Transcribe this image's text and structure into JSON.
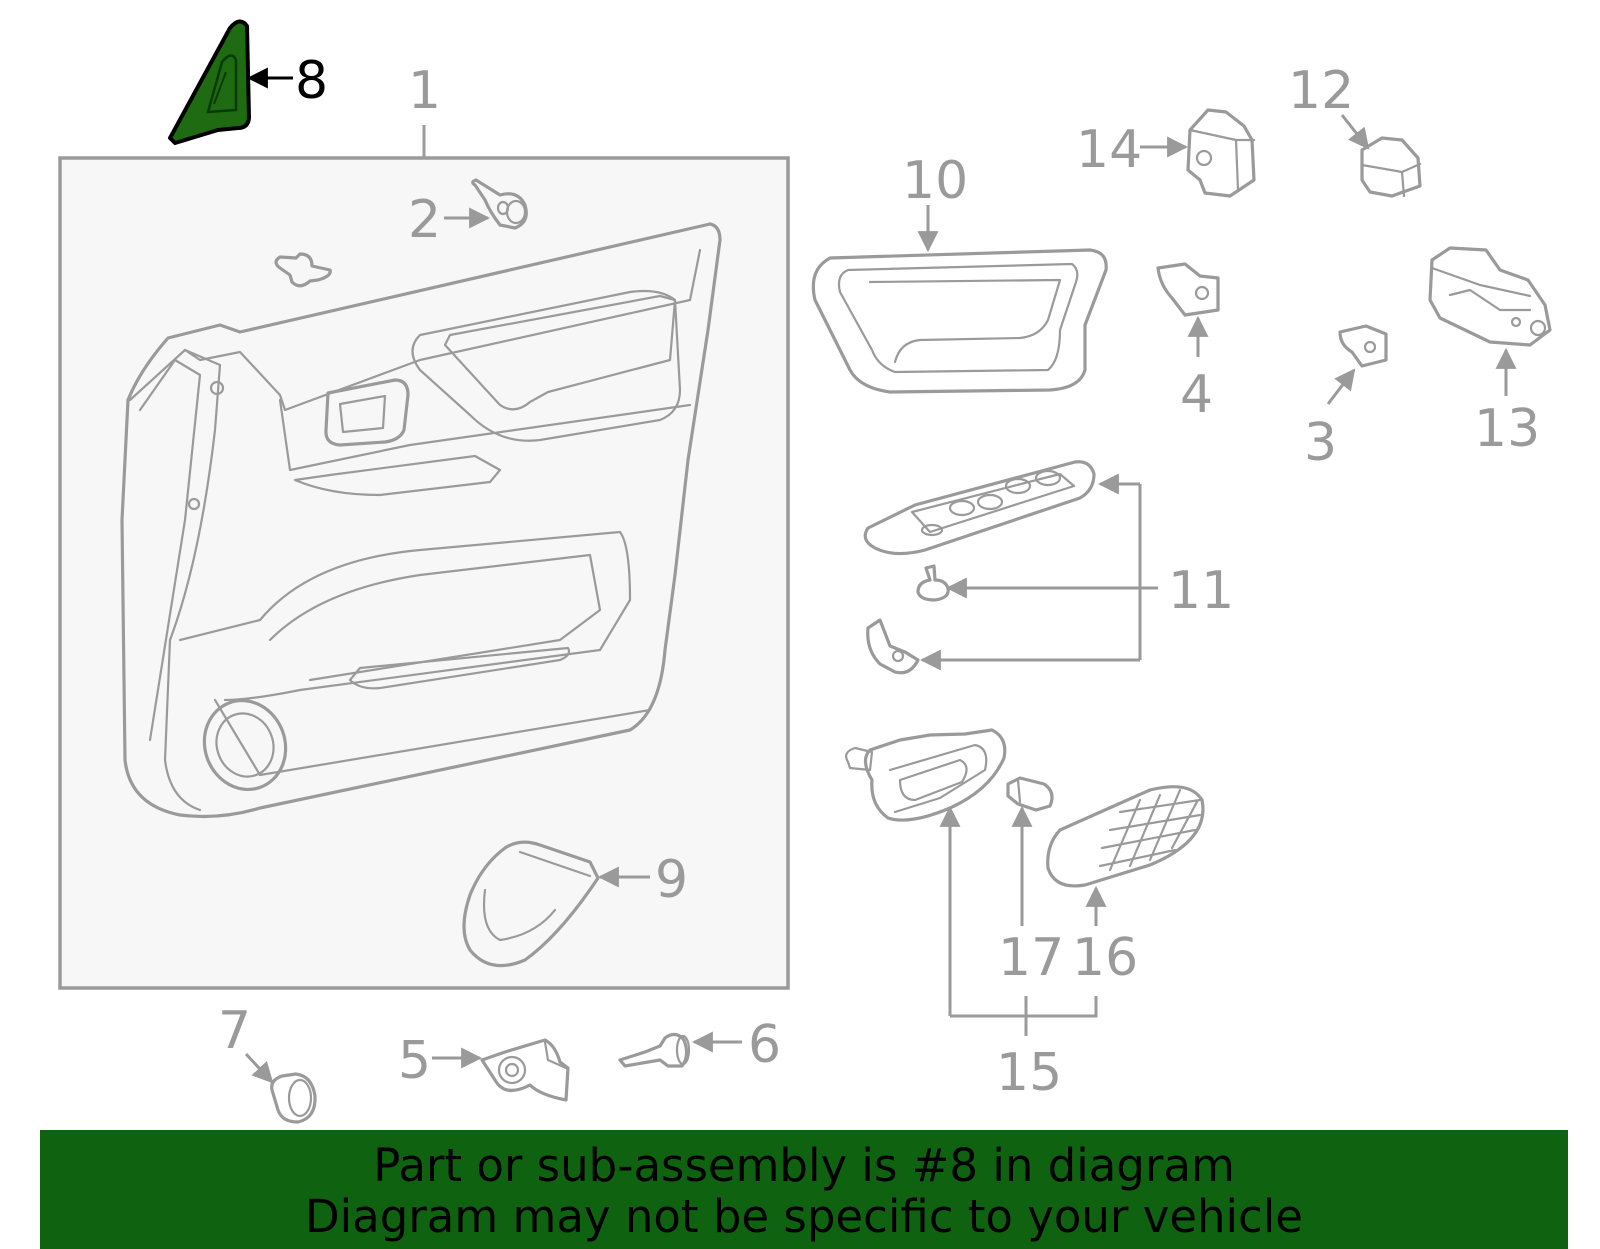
{
  "diagram": {
    "highlight_color": "#1e6b12",
    "callouts": {
      "c1": "1",
      "c2": "2",
      "c3": "3",
      "c4": "4",
      "c5": "5",
      "c6": "6",
      "c7": "7",
      "c8": "8",
      "c9": "9",
      "c10": "10",
      "c11": "11",
      "c12": "12",
      "c13": "13",
      "c14": "14",
      "c15": "15",
      "c16": "16",
      "c17": "17"
    },
    "highlighted_part": "8"
  },
  "banner": {
    "line1": "Part or sub-assembly is #8 in diagram",
    "line2": "Diagram may not be specific to your vehicle",
    "background": "#0f6310"
  }
}
